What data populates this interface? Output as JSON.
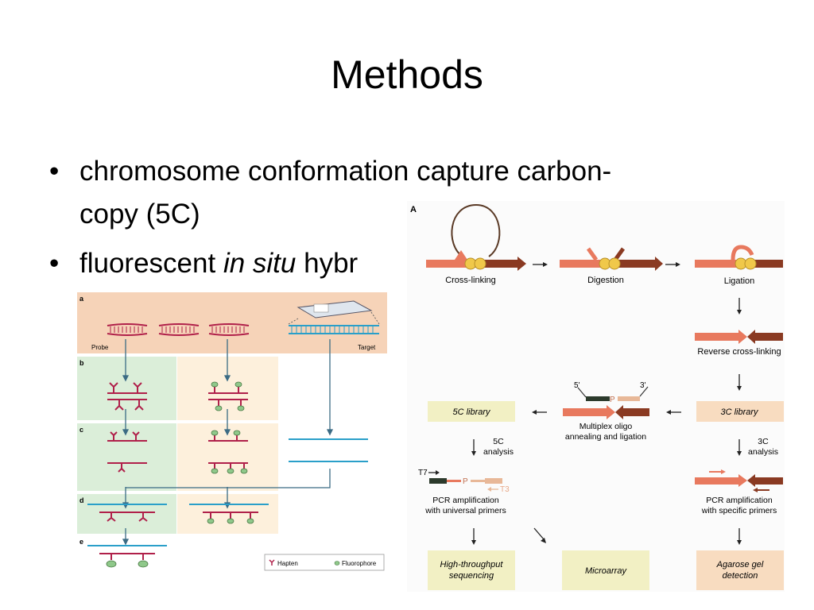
{
  "slide": {
    "title": "Methods",
    "bullets": [
      {
        "marker": "•",
        "line1": "chromosome conformation capture carbon-",
        "line2": "copy (5C)"
      },
      {
        "marker": "•",
        "prefix": "fluorescent ",
        "italic": "in situ",
        "suffix": " hybr"
      }
    ]
  },
  "fish_figure": {
    "panel_labels": [
      "a",
      "b",
      "c",
      "d",
      "e"
    ],
    "probe_label": "Probe",
    "target_label": "Target",
    "legend": {
      "hapten": "Hapten",
      "fluorophore": "Fluorophore"
    },
    "colors": {
      "probe": "#b0204a",
      "target": "#2a9fc9",
      "fluorophore": "#8fc88a",
      "panel_a_bg": "#f6d3b8",
      "green_bg": "#dbeed9",
      "cream_bg": "#fdf0dc"
    }
  },
  "fiveC_figure": {
    "panel_label": "A",
    "steps": {
      "crosslinking": "Cross-linking",
      "digestion": "Digestion",
      "ligation": "Ligation",
      "reverse": "Reverse cross-linking",
      "lib3c": "3C library",
      "multiplex1": "Multiplex oligo",
      "multiplex2": "annealing and ligation",
      "lib5c": "5C library",
      "analysis5c1": "5C",
      "analysis5c2": "analysis",
      "analysis3c1": "3C",
      "analysis3c2": "analysis",
      "pcr_u1": "PCR amplification",
      "pcr_u2": "with universal primers",
      "pcr_s1": "PCR amplification",
      "pcr_s2": "with specific primers",
      "hts1": "High-throughput",
      "hts2": "sequencing",
      "microarray": "Microarray",
      "agarose1": "Agarose gel",
      "agarose2": "detection",
      "five_prime": "5'",
      "three_prime": "3'",
      "p_label": "P",
      "t7": "T7",
      "t3": "T3"
    },
    "colors": {
      "salmon": "#e8795e",
      "brown": "#8a3a22",
      "library_box": "#f2f0c4",
      "lib3c_box": "#f8dcc0",
      "yellow": "#f0c84a"
    }
  }
}
